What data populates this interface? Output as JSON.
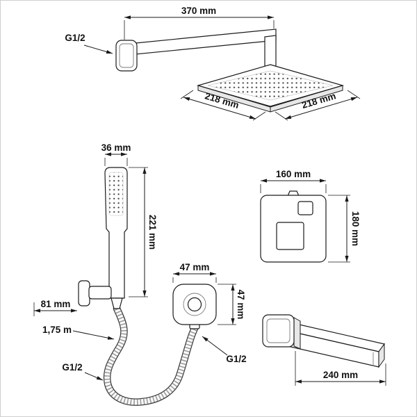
{
  "diagram": {
    "shower_arm": {
      "length": "370 mm",
      "thread": "G1/2"
    },
    "shower_head": {
      "width": "218 mm",
      "depth": "218 mm"
    },
    "hand_shower": {
      "width": "36 mm",
      "length": "221 mm",
      "holder_offset": "81 mm"
    },
    "hose": {
      "length": "1,75 m",
      "thread": "G1/2"
    },
    "mixer_panel": {
      "width": "160 mm",
      "height": "180 mm"
    },
    "wall_outlet": {
      "width": "47 mm",
      "height": "47 mm",
      "thread": "G1/2"
    },
    "spout": {
      "length": "240 mm"
    }
  }
}
